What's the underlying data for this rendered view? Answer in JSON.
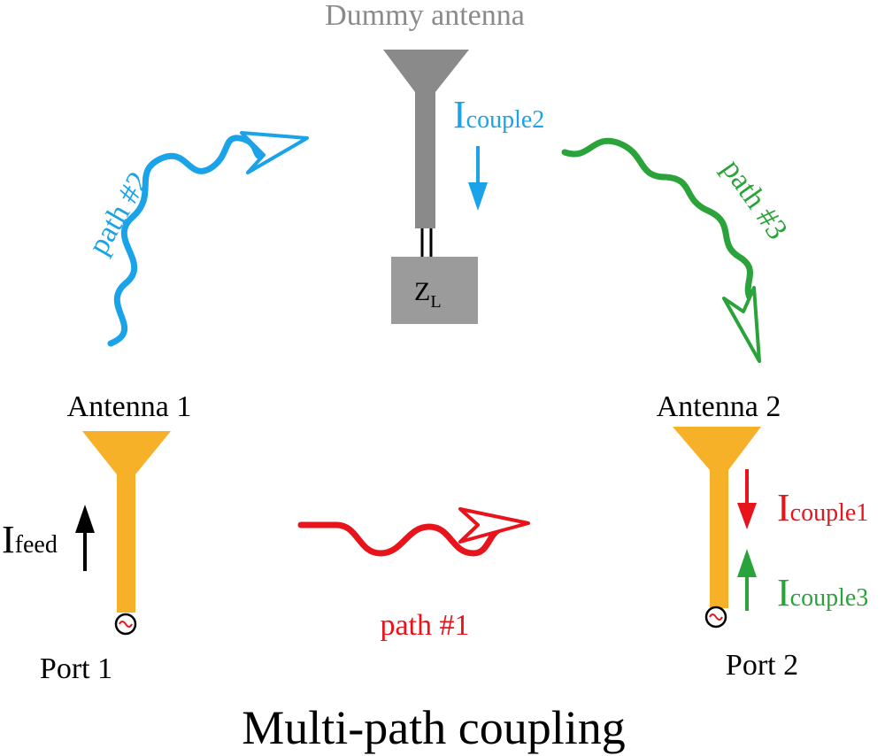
{
  "title": "Multi-path coupling",
  "dummy_antenna": {
    "label": "Dummy antenna",
    "load_label": "Z",
    "load_sub": "L"
  },
  "antenna1": {
    "label": "Antenna 1",
    "port_label": "Port 1",
    "current_main": "I",
    "current_sub": "feed"
  },
  "antenna2": {
    "label": "Antenna 2",
    "port_label": "Port 2",
    "current1_main": "I",
    "current1_sub": "couple1",
    "current3_main": "I",
    "current3_sub": "couple3"
  },
  "dummy_current": {
    "main": "I",
    "sub": "couple2"
  },
  "paths": [
    {
      "id": "path1",
      "label": "path #1",
      "color": "#e8141c"
    },
    {
      "id": "path2",
      "label": "path #2",
      "color": "#1aa3e8"
    },
    {
      "id": "path3",
      "label": "path #3",
      "color": "#2aa33a"
    }
  ],
  "colors": {
    "antenna": "#f6b128",
    "dummy": "#8a8a8a",
    "dummy_text": "#8a8a8a",
    "load_box": "#9b9b9b",
    "black": "#000000"
  }
}
